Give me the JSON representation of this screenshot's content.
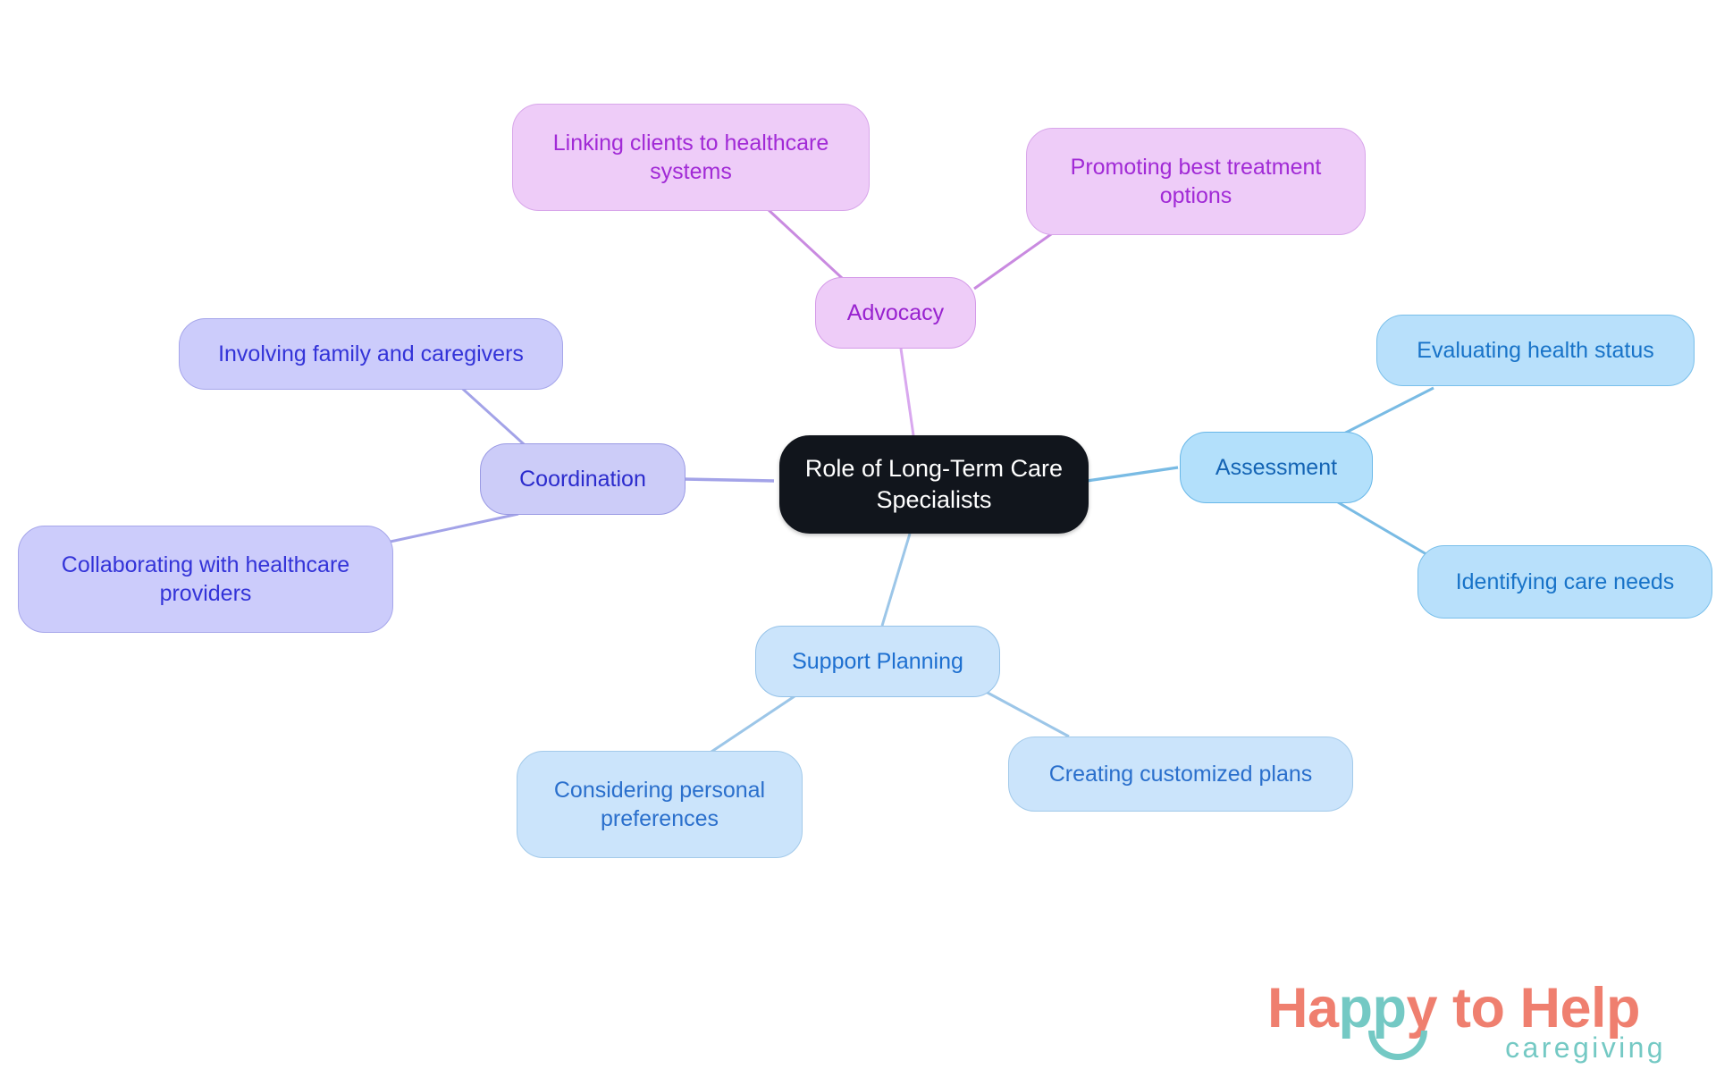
{
  "diagram": {
    "type": "mindmap",
    "title": "Role of Long-Term Care Specialists",
    "background": "#ffffff",
    "root": {
      "id": "root",
      "label": "Role of Long-Term Care\nSpecialists",
      "fill": "#11151c",
      "text_color": "#ffffff"
    },
    "branches": [
      {
        "id": "assessment",
        "label": "Assessment",
        "fill": "#b3e0fb",
        "border": "#68b7e8",
        "text_color": "#1464b4",
        "children": [
          {
            "id": "evaluating-health-status",
            "label": "Evaluating health status"
          },
          {
            "id": "identifying-care-needs",
            "label": "Identifying care needs"
          }
        ]
      },
      {
        "id": "support-planning",
        "label": "Support Planning",
        "fill": "#cbe4fb",
        "border": "#95c2e8",
        "text_color": "#1d6fd0",
        "children": [
          {
            "id": "considering-personal-preferences",
            "label": "Considering personal\npreferences"
          },
          {
            "id": "creating-customized-plans",
            "label": "Creating customized plans"
          }
        ]
      },
      {
        "id": "coordination",
        "label": "Coordination",
        "fill": "#ccccf8",
        "border": "#9a9ae4",
        "text_color": "#2b2bcd",
        "children": [
          {
            "id": "involving-family-and-caregivers",
            "label": "Involving family and caregivers"
          },
          {
            "id": "collaborating-with-healthcare-providers",
            "label": "Collaborating with healthcare\nproviders"
          }
        ]
      },
      {
        "id": "advocacy",
        "label": "Advocacy",
        "fill": "#eeccf8",
        "border": "#d49ae8",
        "text_color": "#9822cf",
        "children": [
          {
            "id": "linking-clients-to-healthcare-systems",
            "label": "Linking clients to healthcare\nsystems"
          },
          {
            "id": "promoting-best-treatment-options",
            "label": "Promoting best treatment\noptions"
          }
        ]
      }
    ]
  },
  "logo": {
    "word_happy_to": "Ha",
    "word_pp": "pp",
    "word_y_to_help": "y to Help",
    "tagline": "caregiving",
    "coral": "#ef7f6f",
    "teal": "#74c9c4"
  }
}
